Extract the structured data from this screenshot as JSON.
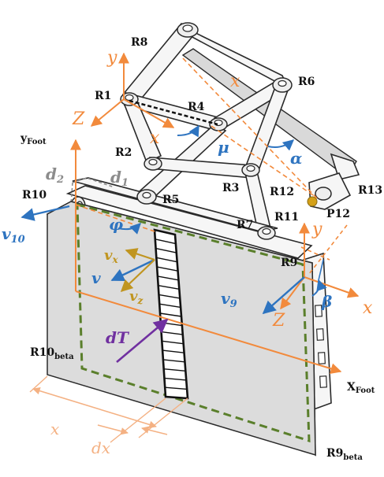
{
  "joints": {
    "r1": "R1",
    "r2": "R2",
    "r3": "R3",
    "r4": "R4",
    "r5": "R5",
    "r6": "R6",
    "r7": "R7",
    "r8": "R8",
    "r9": "R9",
    "r10": "R10",
    "r11": "R11",
    "r12": "R12",
    "r13": "R13",
    "p12": "P12"
  },
  "corners": {
    "r10beta_main": "R10",
    "r10beta_sub": "beta",
    "r9beta_main": "R9",
    "r9beta_sub": "beta"
  },
  "axes": {
    "x_upper": "x",
    "y_upper": "y",
    "z_upper": "Z",
    "y_foot_main": "y",
    "y_foot_sub": "Foot",
    "x_foot_main": "X",
    "x_foot_sub": "Foot",
    "x_right": "x",
    "y_right": "y",
    "z_right": "Z"
  },
  "angles": {
    "mu": "μ",
    "alpha": "α",
    "phi": "φ",
    "beta": "β"
  },
  "dims": {
    "d1": "d",
    "d1_sub": "1",
    "d2": "d",
    "d2_sub": "2",
    "x": "x",
    "dx": "dx"
  },
  "velocities": {
    "v10": "v",
    "v10_sub": "10",
    "v": "v",
    "vx": "v",
    "vx_sub": "x",
    "vz": "v",
    "vz_sub": "z",
    "v9": "v",
    "v9_sub": "9"
  },
  "force": {
    "dT": "dT"
  },
  "colors": {
    "orange": "#f28a3c",
    "blue": "#2e74c0",
    "gold": "#c09520",
    "purple": "#7030a0",
    "green": "#5a7f2b",
    "gray_label": "#8c8c8c",
    "light_orange": "#f4b183"
  }
}
